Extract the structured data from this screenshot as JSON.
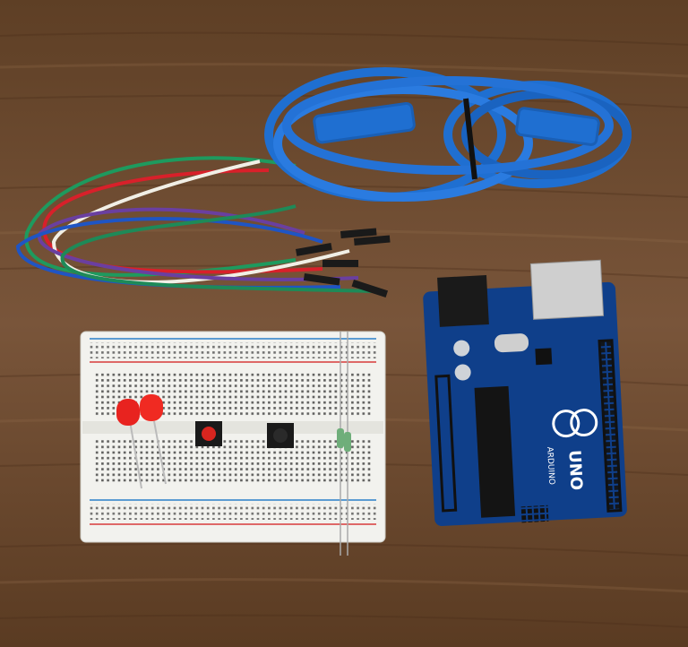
{
  "scene": {
    "board_logo_text": "ARDUINO",
    "board_model_text": "UNO",
    "colors": {
      "wood": "#6b4a2e",
      "cable": "#1f6fd1",
      "board": "#0f3f8a",
      "breadboard": "#f2f2ee",
      "led": "#e8231f"
    },
    "wires": [
      "green",
      "red",
      "white",
      "purple",
      "blue",
      "green"
    ]
  }
}
